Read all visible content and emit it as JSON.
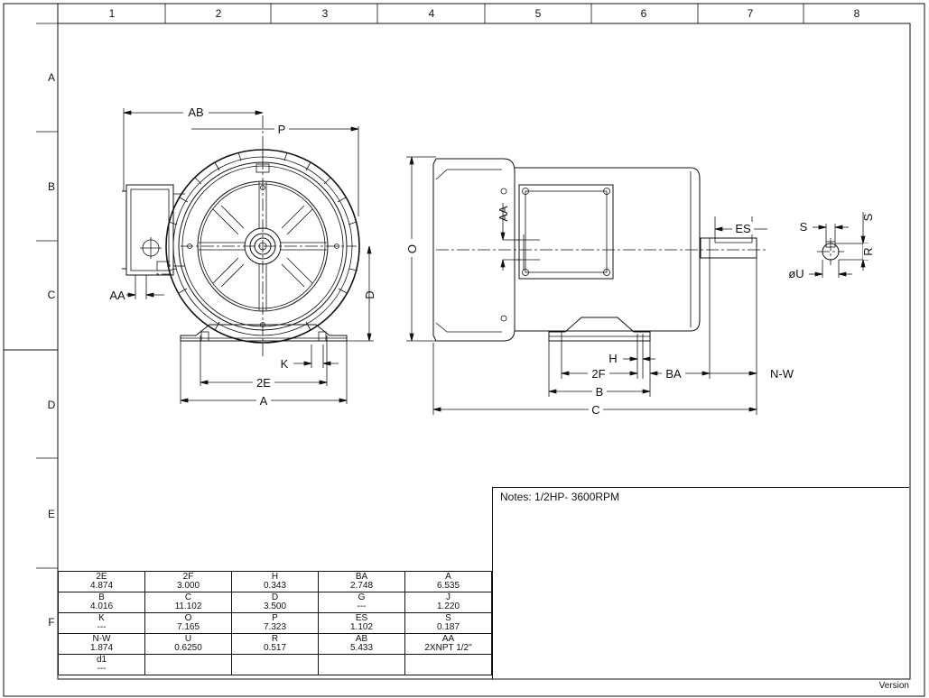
{
  "frame": {
    "column_labels": [
      "1",
      "2",
      "3",
      "4",
      "5",
      "6",
      "7",
      "8"
    ],
    "row_labels": [
      "A",
      "B",
      "C",
      "D",
      "E",
      "F"
    ]
  },
  "front_view": {
    "labels": {
      "ab": "AB",
      "p": "P",
      "aa": "AA",
      "d": "D",
      "k": "K",
      "two_e": "2E",
      "a": "A"
    }
  },
  "side_view": {
    "labels": {
      "o": "O",
      "aa": "AA",
      "es": "ES",
      "h": "H",
      "two_f": "2F",
      "ba": "BA",
      "n_w": "N-W",
      "b": "B",
      "c": "C"
    }
  },
  "shaft_detail": {
    "labels": {
      "s_left": "S",
      "s_right": "S",
      "r": "R",
      "u": "øU"
    }
  },
  "notes": {
    "text": "Notes: 1/2HP- 3600RPM"
  },
  "dimensions_table": [
    [
      {
        "label": "2E",
        "value": "4.874"
      },
      {
        "label": "2F",
        "value": "3.000"
      },
      {
        "label": "H",
        "value": "0.343"
      },
      {
        "label": "BA",
        "value": "2.748"
      },
      {
        "label": "A",
        "value": "6.535"
      }
    ],
    [
      {
        "label": "B",
        "value": "4.016"
      },
      {
        "label": "C",
        "value": "11.102"
      },
      {
        "label": "D",
        "value": "3.500"
      },
      {
        "label": "G",
        "value": "---"
      },
      {
        "label": "J",
        "value": "1.220"
      }
    ],
    [
      {
        "label": "K",
        "value": "---"
      },
      {
        "label": "O",
        "value": "7.165"
      },
      {
        "label": "P",
        "value": "7.323"
      },
      {
        "label": "ES",
        "value": "1.102"
      },
      {
        "label": "S",
        "value": "0.187"
      }
    ],
    [
      {
        "label": "N-W",
        "value": "1.874"
      },
      {
        "label": "U",
        "value": "0.6250"
      },
      {
        "label": "R",
        "value": "0.517"
      },
      {
        "label": "AB",
        "value": "5.433"
      },
      {
        "label": "AA",
        "value": "2XNPT 1/2\""
      }
    ],
    [
      {
        "label": "d1",
        "value": "---"
      },
      {
        "label": "",
        "value": ""
      },
      {
        "label": "",
        "value": ""
      },
      {
        "label": "",
        "value": ""
      },
      {
        "label": "",
        "value": ""
      }
    ]
  ],
  "footer": {
    "version": "Version"
  }
}
